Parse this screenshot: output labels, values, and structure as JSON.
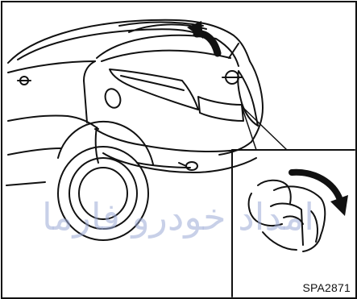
{
  "figure": {
    "reference_code": "SPA2871",
    "watermark_text": "امداد خودرو فارما",
    "colors": {
      "line": "#111111",
      "watermark": "#9aa9d6",
      "background": "#ffffff"
    },
    "icons": {
      "main": "rear-of-car-with-open-tailgate",
      "inset": "rear-hatch-release-handle"
    }
  }
}
